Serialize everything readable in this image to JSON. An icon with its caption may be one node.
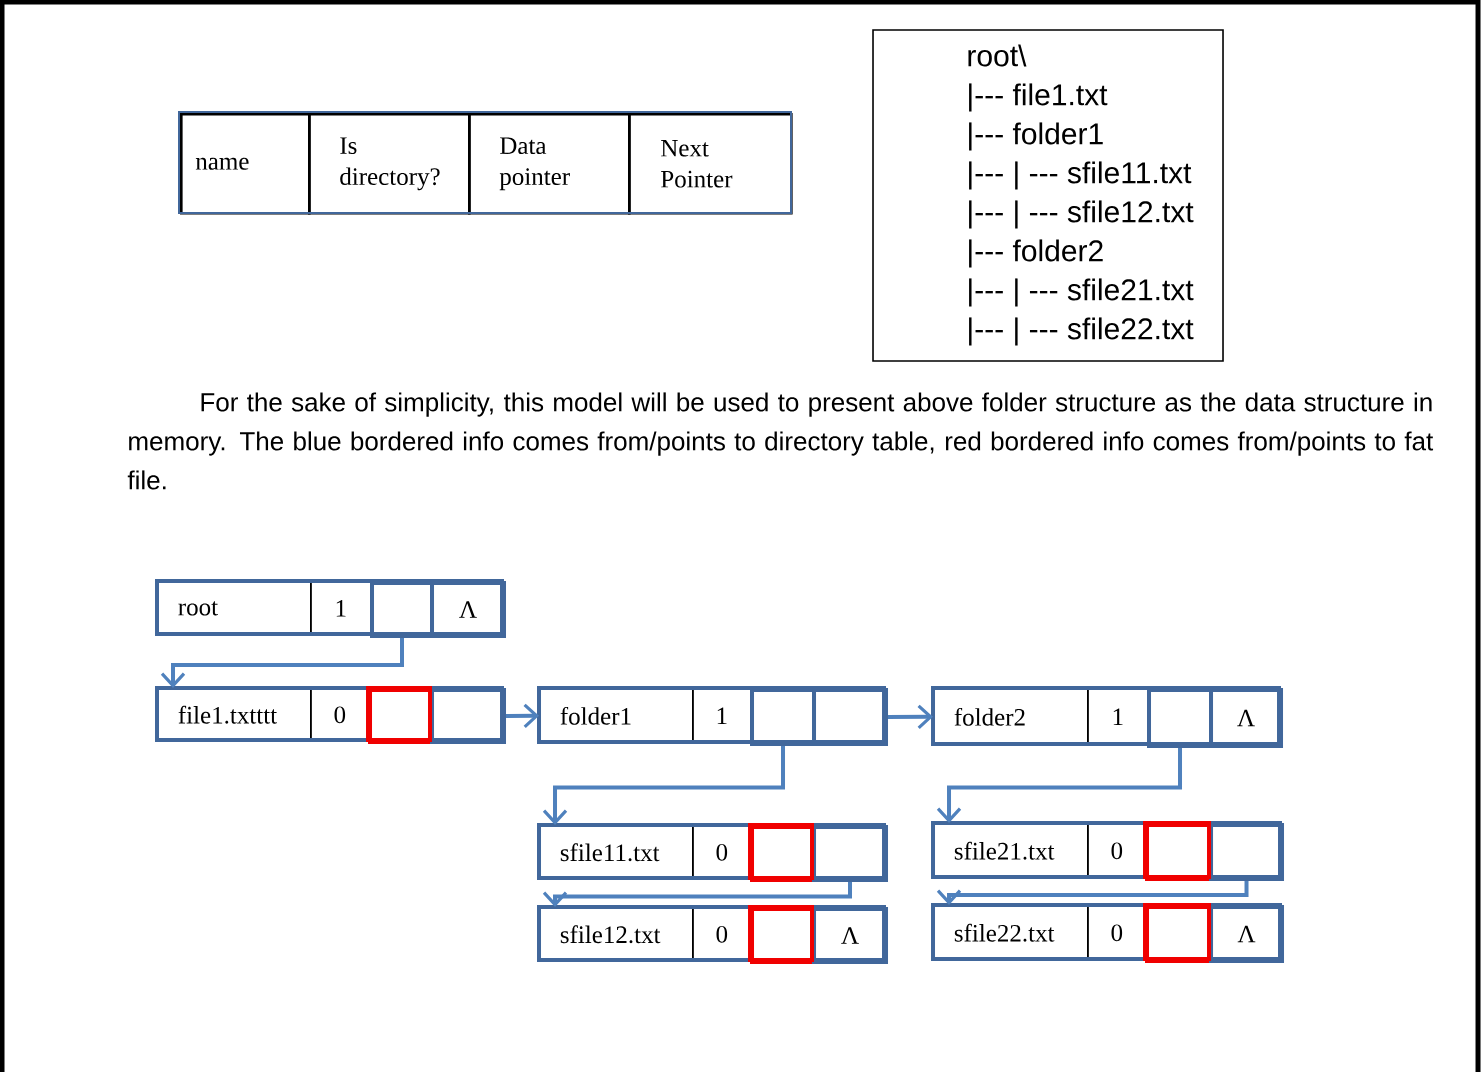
{
  "diagram": {
    "nodes": [
      {
        "text": [
          "name"
        ]
      },
      {
        "text": [
          "Is directory?"
        ]
      },
      {
        "text": [
          "Data pointer"
        ]
      },
      {
        "text": [
          "Next Pointer"
        ]
      },
      {
        "text": [
          "root\\",
          "|--- file1.txt",
          "|--- folder1",
          "|--- | --- sfile11.txt",
          "|--- | --- sfile12.txt",
          "|--- folder2",
          "|--- | --- sfile21.txt",
          "|--- | --- sfile22.txt"
        ]
      },
      {
        "text": [
          "root"
        ]
      },
      {
        "text": [
          "1"
        ]
      },
      {
        "text": [],
        "shape": "box"
      },
      {
        "text": [
          "Λ"
        ]
      },
      {
        "text": [
          "file1.txtttt"
        ]
      },
      {
        "text": [
          "0"
        ]
      },
      {
        "text": [],
        "shape": "box"
      },
      {
        "text": [],
        "shape": "box"
      },
      {
        "text": [
          "folder1"
        ]
      },
      {
        "text": [
          "1"
        ]
      },
      {
        "text": [],
        "shape": "box"
      },
      {
        "text": [],
        "shape": "box"
      },
      {
        "text": [
          "folder2"
        ]
      },
      {
        "text": [
          "1"
        ]
      },
      {
        "text": [],
        "shape": "box"
      },
      {
        "text": [
          "Λ"
        ]
      },
      {
        "text": [
          "sfile11.txt"
        ]
      },
      {
        "text": [
          "0"
        ]
      },
      {
        "text": [],
        "shape": "box"
      },
      {
        "text": [],
        "shape": "box"
      },
      {
        "text": [
          "sfile21.txt"
        ]
      },
      {
        "text": [
          "0"
        ]
      },
      {
        "text": [],
        "shape": "box"
      },
      {
        "text": [],
        "shape": "box"
      },
      {
        "text": [
          "sfile12.txt"
        ]
      },
      {
        "text": [
          "0"
        ]
      },
      {
        "text": [],
        "shape": "box"
      },
      {
        "text": [
          "Λ"
        ]
      },
      {
        "text": [
          "sfile22.txt"
        ]
      },
      {
        "text": [
          "0"
        ]
      },
      {
        "text": [],
        "shape": "box"
      },
      {
        "text": [
          "Λ"
        ]
      }
    ],
    "edges": [
      {
        "from": 7,
        "to": 9,
        "arrow": "to"
      },
      {
        "from": 12,
        "to": 13,
        "arrow": "to"
      },
      {
        "from": 15,
        "to": 21,
        "arrow": "to"
      },
      {
        "from": 16,
        "to": 17,
        "arrow": "to"
      },
      {
        "from": 19,
        "to": 25,
        "arrow": "to"
      },
      {
        "from": 24,
        "to": 29,
        "arrow": "to"
      },
      {
        "from": 28,
        "to": 33,
        "arrow": "to"
      }
    ],
    "labels": [
      "For the sake of simplicity, this model will be used to present above folder structure as the data structure in memory. The blue bordered info comes from/points to directory table, red bordered info comes from/points to fat file."
    ]
  }
}
